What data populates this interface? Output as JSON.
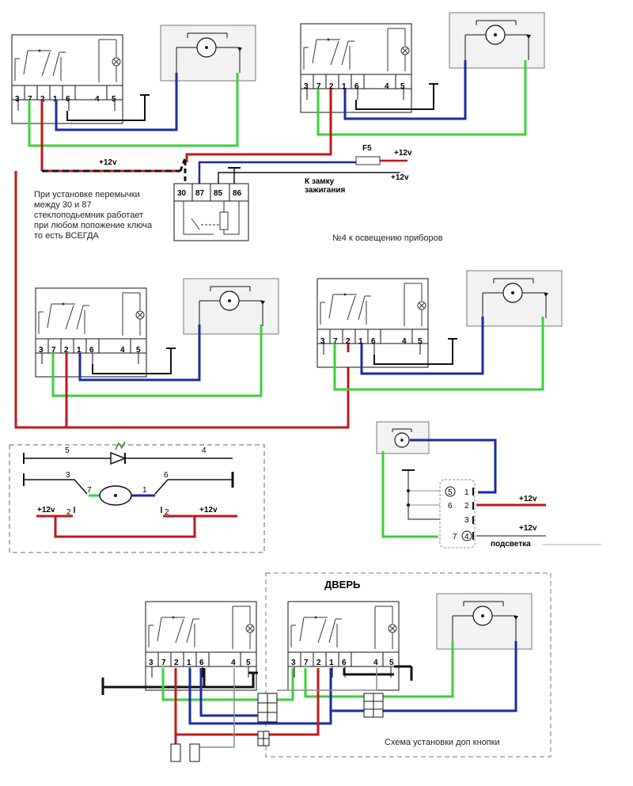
{
  "colors": {
    "red": "#c0181b",
    "blue": "#1a2aa8",
    "green": "#3ad13a",
    "black": "#111111",
    "grey": "#8a8a8a",
    "led": "#2e8b2e"
  },
  "switch_pins": [
    "3",
    "7",
    "2",
    "1",
    "6",
    "4",
    "5"
  ],
  "relay_pins": [
    "30",
    "87",
    "85",
    "86"
  ],
  "labels": {
    "plus12_top_left": "+12v",
    "fuse": "F5",
    "plus12_fuse": "+12v",
    "plus12_ignition": "+12v",
    "ignition_line1": "К замку",
    "ignition_line2": "зажигания",
    "note_lines": [
      "При установке перемычки",
      "между 30 и 87",
      "стеклоподьемник работает",
      "при любом попожение ключа",
      "то есть ВСЕГДА"
    ],
    "dash_light": "№4 к освещению приборов",
    "sch_pin5": "5",
    "sch_pin4": "4",
    "sch_pin3": "3",
    "sch_pin6": "6",
    "sch_pin7": "7",
    "sch_pin1": "1",
    "sch_pin2a": "2",
    "sch_pin2b": "2",
    "sch_plus12_left": "+12v",
    "sch_plus12_right": "+12v",
    "btn_pin5": "5",
    "btn_pin1": "1",
    "btn_pin6": "6",
    "btn_pin2": "2",
    "btn_pin3": "3",
    "btn_pin7": "7",
    "btn_pin4": "4",
    "btn_plus12_a": "+12v",
    "btn_plus12_b": "+12v",
    "backlight": "подсветка",
    "door": "ДВЕРЬ",
    "extra_button": "Схема установки доп кнопки"
  }
}
